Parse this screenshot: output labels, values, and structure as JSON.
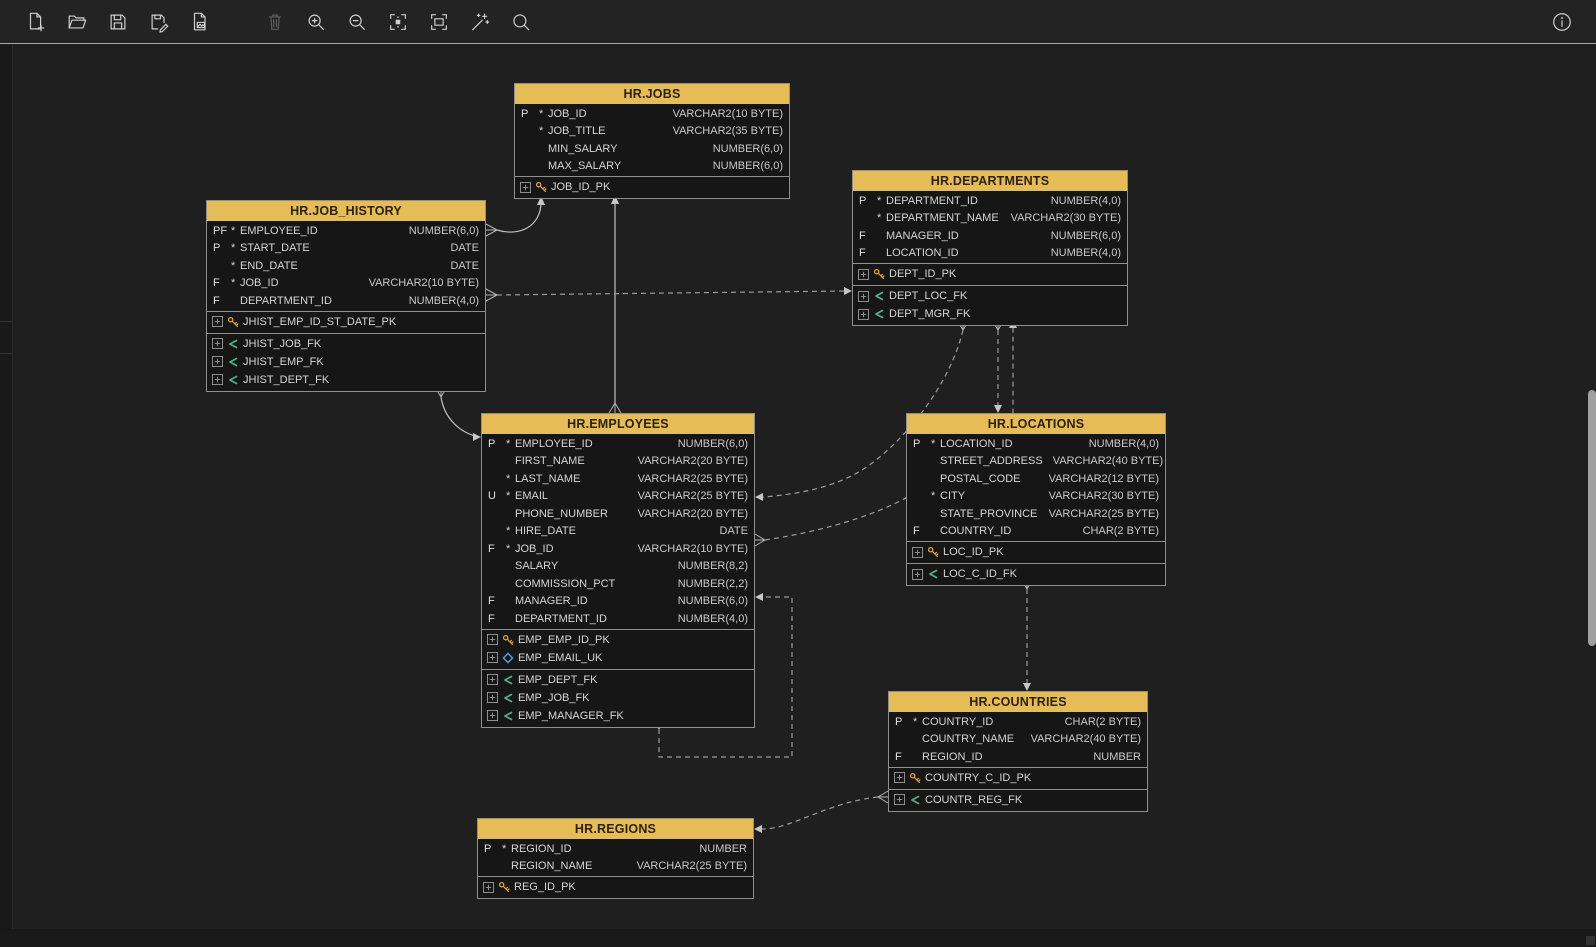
{
  "theme": {
    "canvas_bg": "#1f1f1f",
    "toolbar_bg": "#232323",
    "entity_bg": "#161616",
    "entity_border": "#8f8f8f",
    "header_bg": "#e5bc56",
    "header_text": "#2b2207",
    "pk_icon_color": "#e2a23b",
    "uk_icon_color": "#4f9bd6",
    "fk_icon_color": "#53b08a",
    "solid_line_color": "#c2c2c2",
    "dashed_line_color": "#9b9b9b"
  },
  "toolbar": {
    "icons": [
      "new-diagram",
      "open-diagram",
      "save-diagram",
      "save-as",
      "export-image",
      "delete",
      "zoom-in",
      "zoom-out",
      "zoom-to-selection",
      "fit-to-window",
      "auto-layout",
      "search",
      "info"
    ]
  },
  "diagram": {
    "entities": [
      {
        "id": "hr_jobs",
        "title": "HR.JOBS",
        "columns": [
          {
            "flag": "P",
            "req": "*",
            "name": "JOB_ID",
            "type": "VARCHAR2(10 BYTE)"
          },
          {
            "flag": "",
            "req": "*",
            "name": "JOB_TITLE",
            "type": "VARCHAR2(35 BYTE)"
          },
          {
            "flag": "",
            "req": "",
            "name": "MIN_SALARY",
            "type": "NUMBER(6,0)"
          },
          {
            "flag": "",
            "req": "",
            "name": "MAX_SALARY",
            "type": "NUMBER(6,0)"
          }
        ],
        "key_sections": [
          [
            {
              "kind": "pk",
              "name": "JOB_ID_PK"
            }
          ]
        ]
      },
      {
        "id": "hr_job_history",
        "title": "HR.JOB_HISTORY",
        "columns": [
          {
            "flag": "PF",
            "req": "*",
            "name": "EMPLOYEE_ID",
            "type": "NUMBER(6,0)"
          },
          {
            "flag": "P",
            "req": "*",
            "name": "START_DATE",
            "type": "DATE"
          },
          {
            "flag": "",
            "req": "*",
            "name": "END_DATE",
            "type": "DATE"
          },
          {
            "flag": "F",
            "req": "*",
            "name": "JOB_ID",
            "type": "VARCHAR2(10 BYTE)"
          },
          {
            "flag": "F",
            "req": "",
            "name": "DEPARTMENT_ID",
            "type": "NUMBER(4,0)"
          }
        ],
        "key_sections": [
          [
            {
              "kind": "pk",
              "name": "JHIST_EMP_ID_ST_DATE_PK"
            }
          ],
          [
            {
              "kind": "fk",
              "name": "JHIST_JOB_FK"
            },
            {
              "kind": "fk",
              "name": "JHIST_EMP_FK"
            },
            {
              "kind": "fk",
              "name": "JHIST_DEPT_FK"
            }
          ]
        ]
      },
      {
        "id": "hr_departments",
        "title": "HR.DEPARTMENTS",
        "columns": [
          {
            "flag": "P",
            "req": "*",
            "name": "DEPARTMENT_ID",
            "type": "NUMBER(4,0)"
          },
          {
            "flag": "",
            "req": "*",
            "name": "DEPARTMENT_NAME",
            "type": "VARCHAR2(30 BYTE)"
          },
          {
            "flag": "F",
            "req": "",
            "name": "MANAGER_ID",
            "type": "NUMBER(6,0)"
          },
          {
            "flag": "F",
            "req": "",
            "name": "LOCATION_ID",
            "type": "NUMBER(4,0)"
          }
        ],
        "key_sections": [
          [
            {
              "kind": "pk",
              "name": "DEPT_ID_PK"
            }
          ],
          [
            {
              "kind": "fk",
              "name": "DEPT_LOC_FK"
            },
            {
              "kind": "fk",
              "name": "DEPT_MGR_FK"
            }
          ]
        ]
      },
      {
        "id": "hr_employees",
        "title": "HR.EMPLOYEES",
        "columns": [
          {
            "flag": "P",
            "req": "*",
            "name": "EMPLOYEE_ID",
            "type": "NUMBER(6,0)"
          },
          {
            "flag": "",
            "req": "",
            "name": "FIRST_NAME",
            "type": "VARCHAR2(20 BYTE)"
          },
          {
            "flag": "",
            "req": "*",
            "name": "LAST_NAME",
            "type": "VARCHAR2(25 BYTE)"
          },
          {
            "flag": "U",
            "req": "*",
            "name": "EMAIL",
            "type": "VARCHAR2(25 BYTE)"
          },
          {
            "flag": "",
            "req": "",
            "name": "PHONE_NUMBER",
            "type": "VARCHAR2(20 BYTE)"
          },
          {
            "flag": "",
            "req": "*",
            "name": "HIRE_DATE",
            "type": "DATE"
          },
          {
            "flag": "F",
            "req": "*",
            "name": "JOB_ID",
            "type": "VARCHAR2(10 BYTE)"
          },
          {
            "flag": "",
            "req": "",
            "name": "SALARY",
            "type": "NUMBER(8,2)"
          },
          {
            "flag": "",
            "req": "",
            "name": "COMMISSION_PCT",
            "type": "NUMBER(2,2)"
          },
          {
            "flag": "F",
            "req": "",
            "name": "MANAGER_ID",
            "type": "NUMBER(6,0)"
          },
          {
            "flag": "F",
            "req": "",
            "name": "DEPARTMENT_ID",
            "type": "NUMBER(4,0)"
          }
        ],
        "key_sections": [
          [
            {
              "kind": "pk",
              "name": "EMP_EMP_ID_PK"
            },
            {
              "kind": "uk",
              "name": "EMP_EMAIL_UK"
            }
          ],
          [
            {
              "kind": "fk",
              "name": "EMP_DEPT_FK"
            },
            {
              "kind": "fk",
              "name": "EMP_JOB_FK"
            },
            {
              "kind": "fk",
              "name": "EMP_MANAGER_FK"
            }
          ]
        ]
      },
      {
        "id": "hr_locations",
        "title": "HR.LOCATIONS",
        "columns": [
          {
            "flag": "P",
            "req": "*",
            "name": "LOCATION_ID",
            "type": "NUMBER(4,0)"
          },
          {
            "flag": "",
            "req": "",
            "name": "STREET_ADDRESS",
            "type": "VARCHAR2(40 BYTE)"
          },
          {
            "flag": "",
            "req": "",
            "name": "POSTAL_CODE",
            "type": "VARCHAR2(12 BYTE)"
          },
          {
            "flag": "",
            "req": "*",
            "name": "CITY",
            "type": "VARCHAR2(30 BYTE)"
          },
          {
            "flag": "",
            "req": "",
            "name": "STATE_PROVINCE",
            "type": "VARCHAR2(25 BYTE)"
          },
          {
            "flag": "F",
            "req": "",
            "name": "COUNTRY_ID",
            "type": "CHAR(2 BYTE)"
          }
        ],
        "key_sections": [
          [
            {
              "kind": "pk",
              "name": "LOC_ID_PK"
            }
          ],
          [
            {
              "kind": "fk",
              "name": "LOC_C_ID_FK"
            }
          ]
        ]
      },
      {
        "id": "hr_countries",
        "title": "HR.COUNTRIES",
        "columns": [
          {
            "flag": "P",
            "req": "*",
            "name": "COUNTRY_ID",
            "type": "CHAR(2 BYTE)"
          },
          {
            "flag": "",
            "req": "",
            "name": "COUNTRY_NAME",
            "type": "VARCHAR2(40 BYTE)"
          },
          {
            "flag": "F",
            "req": "",
            "name": "REGION_ID",
            "type": "NUMBER"
          }
        ],
        "key_sections": [
          [
            {
              "kind": "pk",
              "name": "COUNTRY_C_ID_PK"
            }
          ],
          [
            {
              "kind": "fk",
              "name": "COUNTR_REG_FK"
            }
          ]
        ]
      },
      {
        "id": "hr_regions",
        "title": "HR.REGIONS",
        "columns": [
          {
            "flag": "P",
            "req": "*",
            "name": "REGION_ID",
            "type": "NUMBER"
          },
          {
            "flag": "",
            "req": "",
            "name": "REGION_NAME",
            "type": "VARCHAR2(25 BYTE)"
          }
        ],
        "key_sections": [
          [
            {
              "kind": "pk",
              "name": "REG_ID_PK"
            }
          ]
        ]
      }
    ],
    "relationships": [
      {
        "name": "JHIST_JOB_FK",
        "from": "HR.JOB_HISTORY",
        "to": "HR.JOBS",
        "line": "solid"
      },
      {
        "name": "EMP_JOB_FK",
        "from": "HR.EMPLOYEES",
        "to": "HR.JOBS",
        "line": "solid"
      },
      {
        "name": "JHIST_EMP_FK",
        "from": "HR.JOB_HISTORY",
        "to": "HR.EMPLOYEES",
        "line": "solid"
      },
      {
        "name": "JHIST_DEPT_FK",
        "from": "HR.JOB_HISTORY",
        "to": "HR.DEPARTMENTS",
        "line": "dashed"
      },
      {
        "name": "DEPT_MGR_FK",
        "from": "HR.DEPARTMENTS",
        "to": "HR.EMPLOYEES",
        "line": "dashed"
      },
      {
        "name": "DEPT_LOC_FK",
        "from": "HR.DEPARTMENTS",
        "to": "HR.LOCATIONS",
        "line": "dashed"
      },
      {
        "name": "EMP_DEPT_FK",
        "from": "HR.EMPLOYEES",
        "to": "HR.DEPARTMENTS",
        "line": "dashed"
      },
      {
        "name": "EMP_MANAGER_FK",
        "from": "HR.EMPLOYEES",
        "to": "HR.EMPLOYEES",
        "line": "dashed"
      },
      {
        "name": "LOC_C_ID_FK",
        "from": "HR.LOCATIONS",
        "to": "HR.COUNTRIES",
        "line": "dashed"
      },
      {
        "name": "COUNTR_REG_FK",
        "from": "HR.COUNTRIES",
        "to": "HR.REGIONS",
        "line": "dashed"
      }
    ]
  }
}
